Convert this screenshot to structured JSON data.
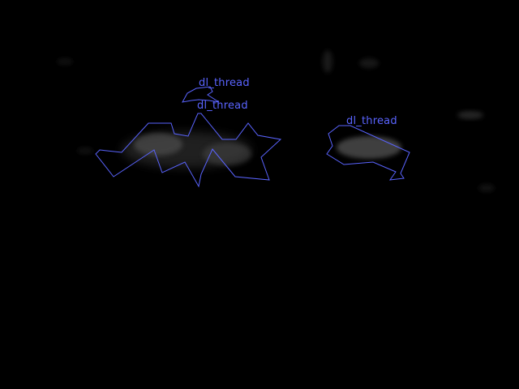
{
  "annotation_color": "#5a64ff",
  "background_color": "#000000",
  "annotations": [
    {
      "label": "dl_thread"
    },
    {
      "label": "dl_thread"
    },
    {
      "label": "dl_thread"
    }
  ]
}
